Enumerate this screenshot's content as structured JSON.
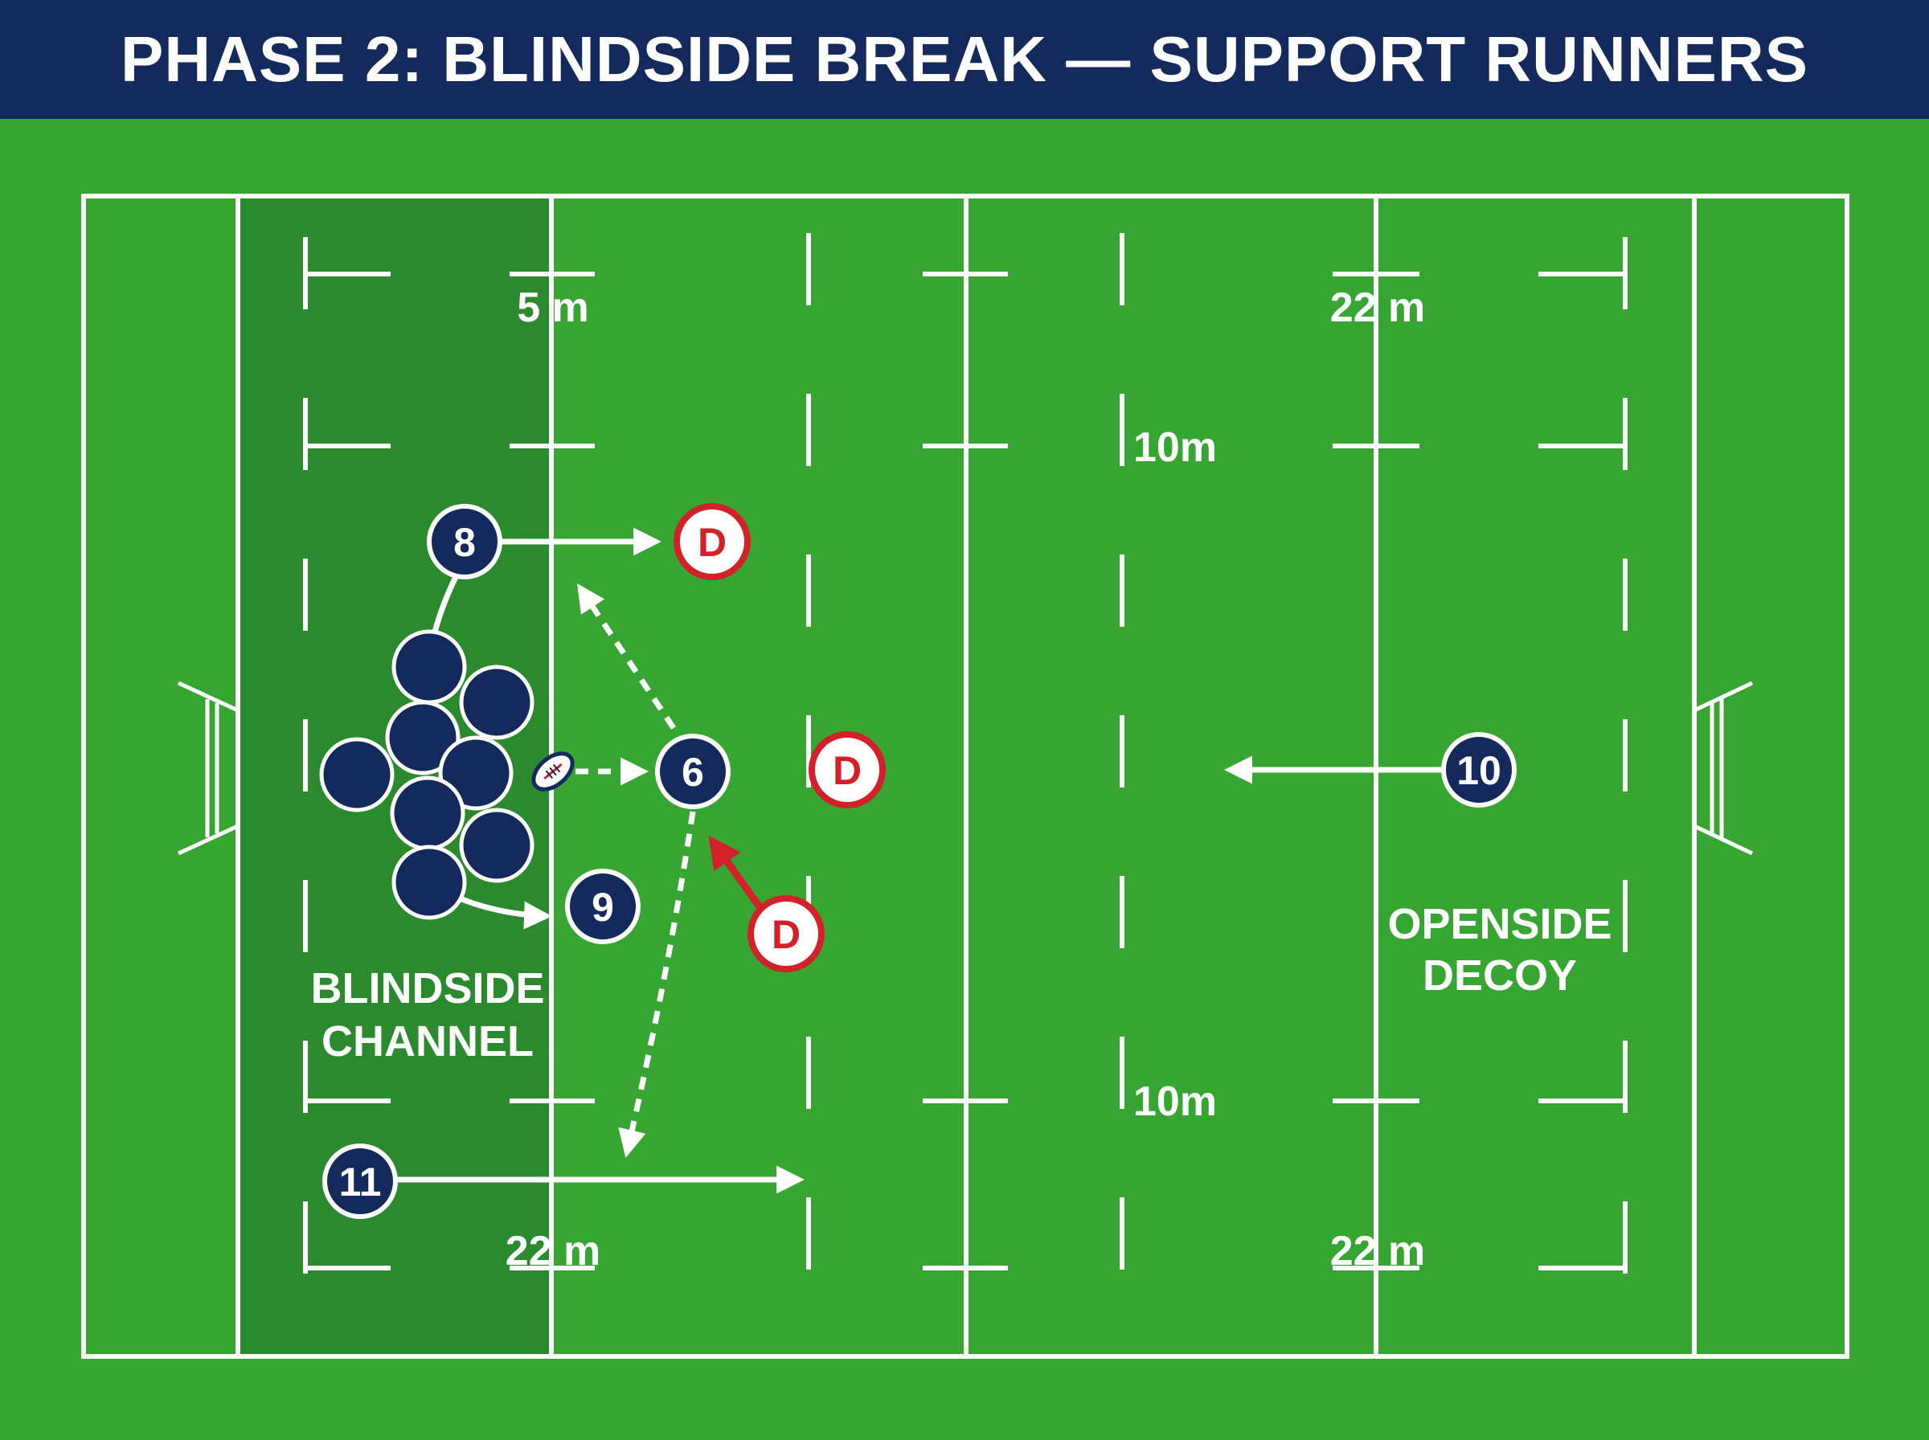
{
  "title": "PHASE 2: BLINDSIDE BREAK — SUPPORT RUNNERS",
  "colors": {
    "header": "#142a5c",
    "pitch": "#36a532",
    "channel": "#2b8a2e",
    "line": "#ffffff",
    "attacker": "#142a5c",
    "defender_outline": "#d42028",
    "defender_arrow": "#d42028"
  },
  "markings": {
    "five_m": "5 m",
    "ten_m_top": "10m",
    "ten_m_bottom": "10m",
    "twentytwo_top_right": "22 m",
    "twentytwo_bottom_left": "22 m",
    "twentytwo_bottom_right": "22 m"
  },
  "zones": {
    "blindside_line1": "BLINDSIDE",
    "blindside_line2": "CHANNEL",
    "openside_line1": "OPENSIDE",
    "openside_line2": "DECOY"
  },
  "attackers": {
    "p8": "8",
    "p6": "6",
    "p9": "9",
    "p10": "10",
    "p11": "11"
  },
  "defenders": {
    "d1": "D",
    "d2": "D",
    "d3": "D"
  },
  "icons": {
    "ball": "rugby-ball-icon"
  }
}
